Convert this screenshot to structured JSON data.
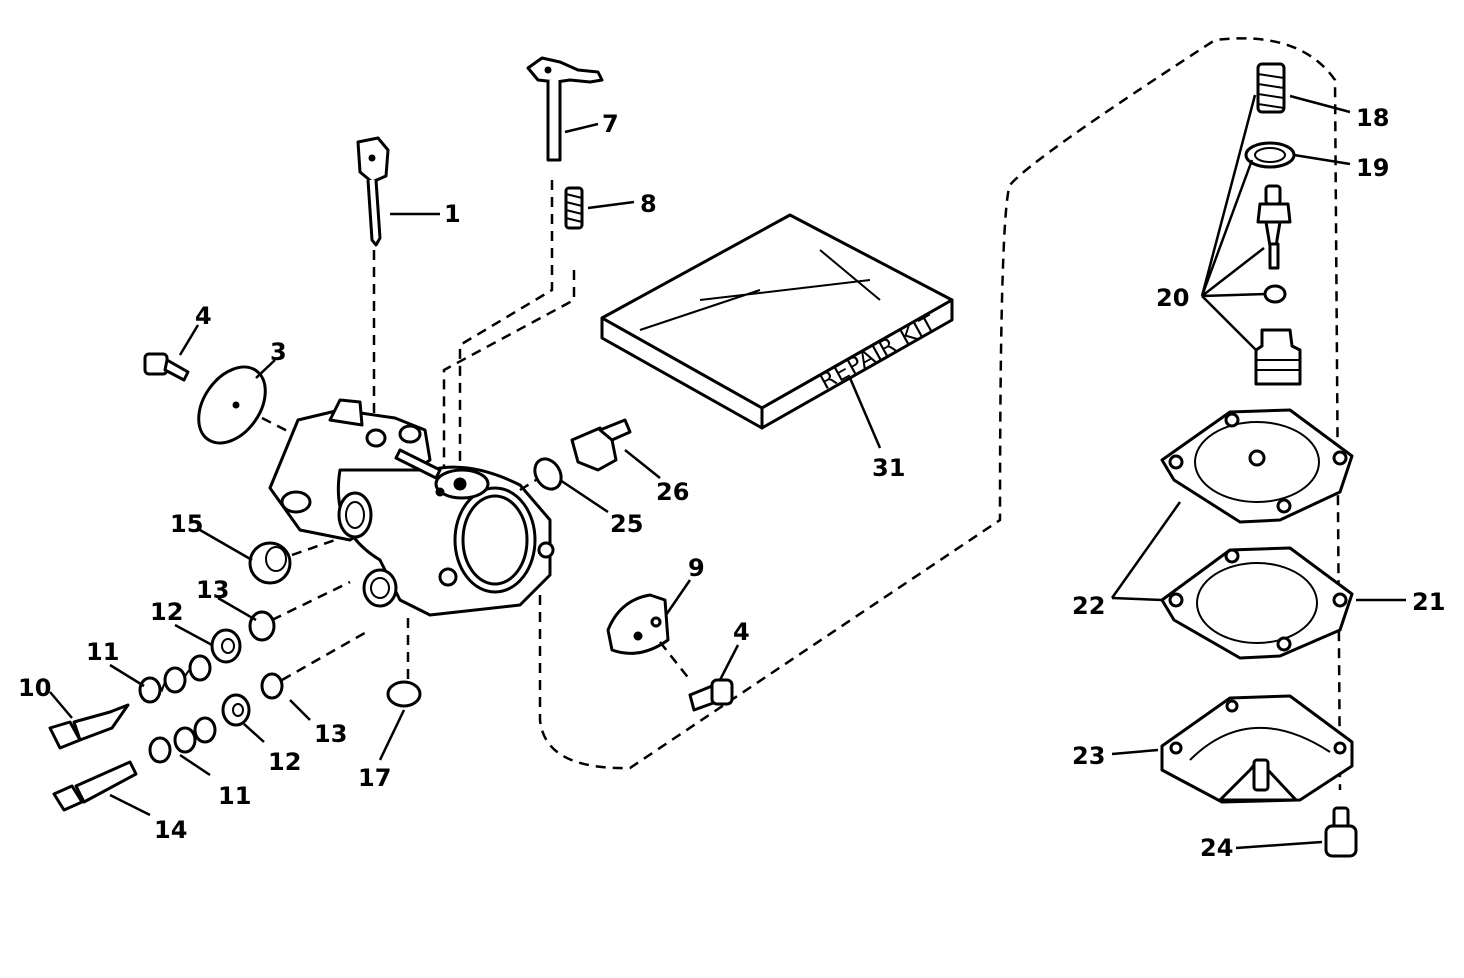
{
  "kit_label": "REPAIR KIT",
  "callouts": {
    "c1": "1",
    "c3": "3",
    "c4a": "4",
    "c4b": "4",
    "c7": "7",
    "c8": "8",
    "c9": "9",
    "c10": "10",
    "c11a": "11",
    "c11b": "11",
    "c12a": "12",
    "c12b": "12",
    "c13a": "13",
    "c13b": "13",
    "c14": "14",
    "c15": "15",
    "c17": "17",
    "c18": "18",
    "c19": "19",
    "c20": "20",
    "c21": "21",
    "c22": "22",
    "c23": "23",
    "c24": "24",
    "c25": "25",
    "c26": "26",
    "c31": "31"
  }
}
